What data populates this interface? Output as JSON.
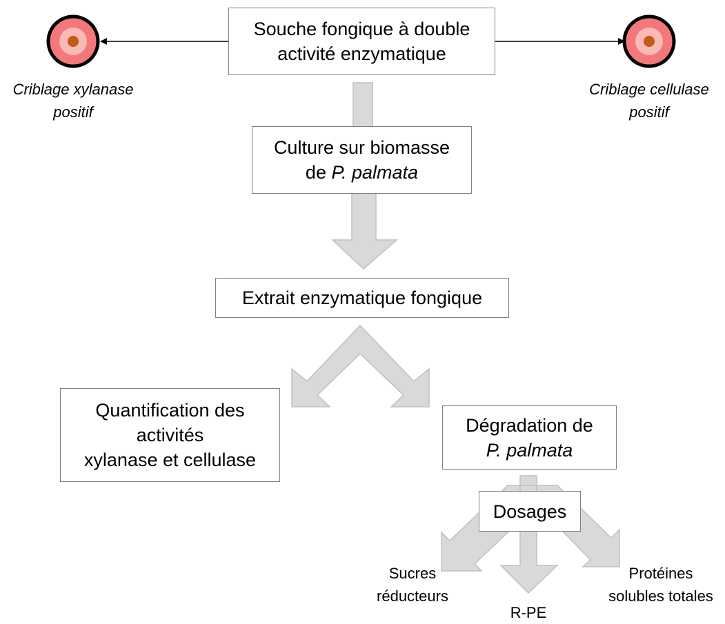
{
  "nodes": {
    "source_strain": {
      "line1": "Souche fongique à double",
      "line2": "activité enzymatique"
    },
    "culture": {
      "line1": "Culture sur biomasse",
      "line2_prefix": "de ",
      "line2_species": "P. palmata"
    },
    "extract": {
      "label": "Extrait enzymatique fongique"
    },
    "quantification": {
      "line1": "Quantification des",
      "line2": "activités",
      "line3": "xylanase et cellulase"
    },
    "degradation": {
      "line1": "Dégradation de",
      "line2": "P. palmata"
    },
    "assays": {
      "label": "Dosages"
    }
  },
  "screening": {
    "left": {
      "line1": "Criblage xylanase",
      "line2": "positif"
    },
    "right": {
      "line1": "Criblage cellulase",
      "line2": "positif"
    }
  },
  "outputs": {
    "reducing_sugars": {
      "line1": "Sucres",
      "line2": "réducteurs"
    },
    "rpe": {
      "label": "R-PE"
    },
    "proteins": {
      "line1": "Protéines",
      "line2": "solubles totales"
    }
  },
  "colors": {
    "arrow_fill": "#d9d9d9",
    "arrow_stroke": "#bfbfbf",
    "box_border": "#7f7f7f",
    "colony_outer": "#f4777c",
    "colony_inner": "#f9b9b7",
    "colony_center": "#c55a11"
  }
}
